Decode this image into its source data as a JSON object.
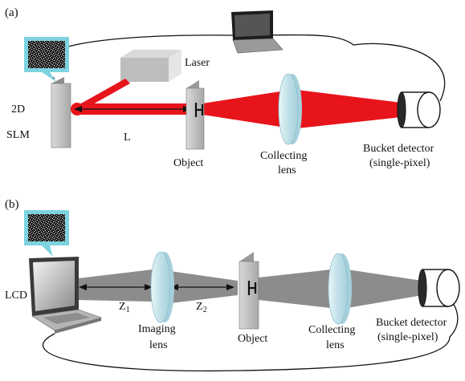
{
  "panel_a": {
    "tag": "(a)",
    "labels": {
      "laser": "Laser",
      "slm_line1": "2D",
      "slm_line2": "SLM",
      "distance": "L",
      "object": "Object",
      "collecting_line1": "Collecting",
      "collecting_line2": "lens",
      "bucket_line1": "Bucket detector",
      "bucket_line2": "(single-pixel)"
    }
  },
  "panel_b": {
    "tag": "(b)",
    "labels": {
      "lcd": "LCD",
      "z1": "Z",
      "z1_sub": "1",
      "z2": "Z",
      "z2_sub": "2",
      "imaging_line1": "Imaging",
      "imaging_line2": "lens",
      "object": "Object",
      "collecting_line1": "Collecting",
      "collecting_line2": "lens",
      "bucket_line1": "Bucket detector",
      "bucket_line2": "(single-pixel)"
    }
  },
  "colors": {
    "beam_a": "#e8141b",
    "beam_b": "#8c8c8c",
    "lens": "#cfe8ee",
    "plate": "#b8b8b8"
  }
}
